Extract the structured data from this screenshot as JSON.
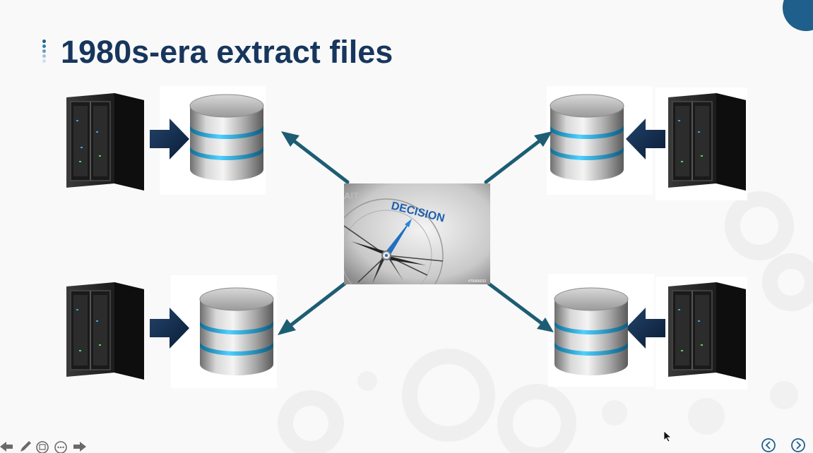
{
  "slide": {
    "title": "1980s-era extract files",
    "decision_image_text": "DECISION",
    "decision_image_partial_text": "AIT",
    "decision_image_id": "#76456033",
    "colors": {
      "title": "#17365d",
      "accent": "#1f5f8b",
      "connector_arrow": "#1d5d73",
      "input_arrow": "#0f2540",
      "db_ring": "#29b6e8"
    }
  },
  "presenter_toolbar": {
    "icons": [
      "back-arrow-icon",
      "pen-icon",
      "slides-grid-icon",
      "more-options-icon",
      "forward-arrow-icon"
    ]
  },
  "navigation": {
    "icons": [
      "previous-slide-icon",
      "next-slide-icon"
    ]
  }
}
